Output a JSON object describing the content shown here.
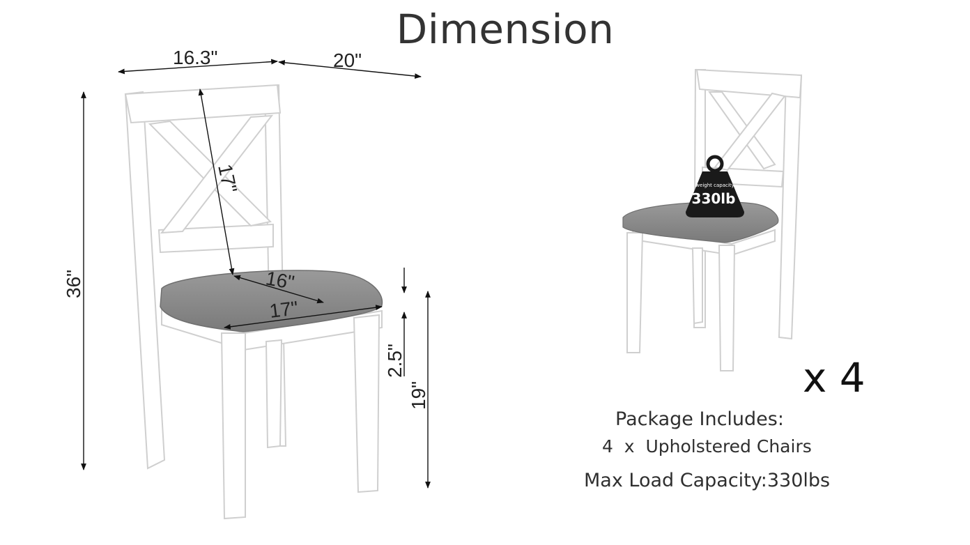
{
  "title": "Dimension",
  "dimensions": {
    "top_width": "16.3\"",
    "top_depth": "20\"",
    "back_height": "17\"",
    "total_height": "36\"",
    "seat_depth": "16\"",
    "seat_width": "17\"",
    "seat_thickness": "2.5\"",
    "seat_height": "19\""
  },
  "weight_badge": {
    "label": "weight capacity",
    "value": "330lb"
  },
  "quantity": "x 4",
  "package": {
    "heading": "Package Includes:",
    "contents": "4  x  Upholstered Chairs",
    "max_load": "Max Load Capacity:330lbs"
  },
  "colors": {
    "frame": "#ffffff",
    "frame_edge": "#d9d9d9",
    "seat": "#8c8c8c",
    "badge": "#1a1a1a"
  }
}
